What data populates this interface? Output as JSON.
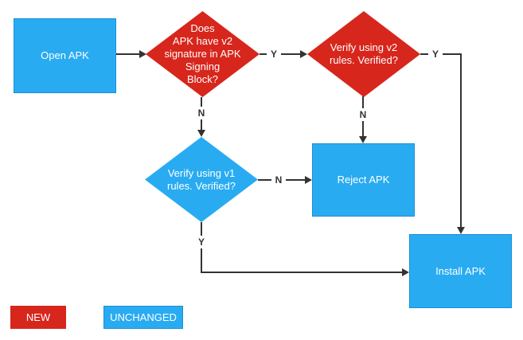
{
  "flowchart": {
    "nodes": {
      "open_apk": {
        "label": "Open APK",
        "shape": "rect",
        "color": "#29ABF2"
      },
      "has_v2_signature": {
        "label": "Does\nAPK have v2\nsignature in APK\nSigning\nBlock?",
        "shape": "diamond",
        "color": "#D7261C"
      },
      "verify_v2": {
        "label": "Verify using v2\nrules. Verified?",
        "shape": "diamond",
        "color": "#D7261C"
      },
      "verify_v1": {
        "label": "Verify using v1\nrules. Verified?",
        "shape": "diamond",
        "color": "#29ABF2"
      },
      "reject_apk": {
        "label": "Reject APK",
        "shape": "rect",
        "color": "#29ABF2"
      },
      "install_apk": {
        "label": "Install APK",
        "shape": "rect",
        "color": "#29ABF2"
      }
    },
    "edge_labels": {
      "has_v2_yes": "Y",
      "has_v2_no": "N",
      "verify_v2_yes": "Y",
      "verify_v2_no": "N",
      "verify_v1_no": "N",
      "verify_v1_yes": "Y"
    },
    "legend": {
      "new_label": "NEW",
      "unchanged_label": "UNCHANGED"
    },
    "colors": {
      "new": "#D7261C",
      "unchanged": "#29ABF2",
      "connector": "#333333",
      "node_text": "#FFFFFF",
      "background": "#FFFFFF"
    }
  }
}
